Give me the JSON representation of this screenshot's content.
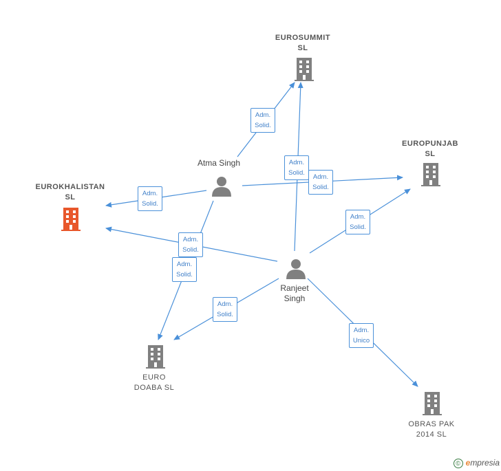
{
  "companies": {
    "eurosummit": "EUROSUMMIT\nSL",
    "europunjab": "EUROPUNJAB\nSL",
    "eurokhalistan": "EUROKHALISTAN\nSL",
    "euro_doaba": "EURO\nDOABA  SL",
    "obras_pak": "OBRAS PAK\n2014  SL"
  },
  "persons": {
    "atma": "Atma Singh",
    "ranjeet": "Ranjeet\nSingh"
  },
  "relations": {
    "adm_solid": "Adm.\nSolid.",
    "adm_unico": "Adm.\nUnico"
  },
  "colors": {
    "edge": "#4a90d9",
    "company_icon": "#808080",
    "focus_icon": "#e8572b",
    "person_icon": "#808080"
  },
  "footer": {
    "copyright_symbol": "©",
    "brand_e": "e",
    "brand_rest": "mpresia"
  }
}
